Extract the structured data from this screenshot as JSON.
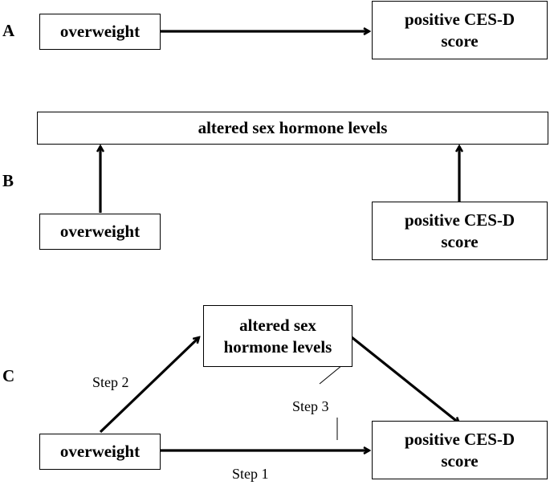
{
  "panels": {
    "A": {
      "letter": "A",
      "source": "overweight",
      "target_line1": "positive CES-D",
      "target_line2": "score"
    },
    "B": {
      "letter": "B",
      "top": "altered sex hormone levels",
      "left": "overweight",
      "right_line1": "positive CES-D",
      "right_line2": "score"
    },
    "C": {
      "letter": "C",
      "mediator_line1": "altered sex",
      "mediator_line2": "hormone levels",
      "source": "overweight",
      "target_line1": "positive CES-D",
      "target_line2": "score",
      "step1": "Step 1",
      "step2": "Step 2",
      "step3": "Step 3"
    }
  }
}
